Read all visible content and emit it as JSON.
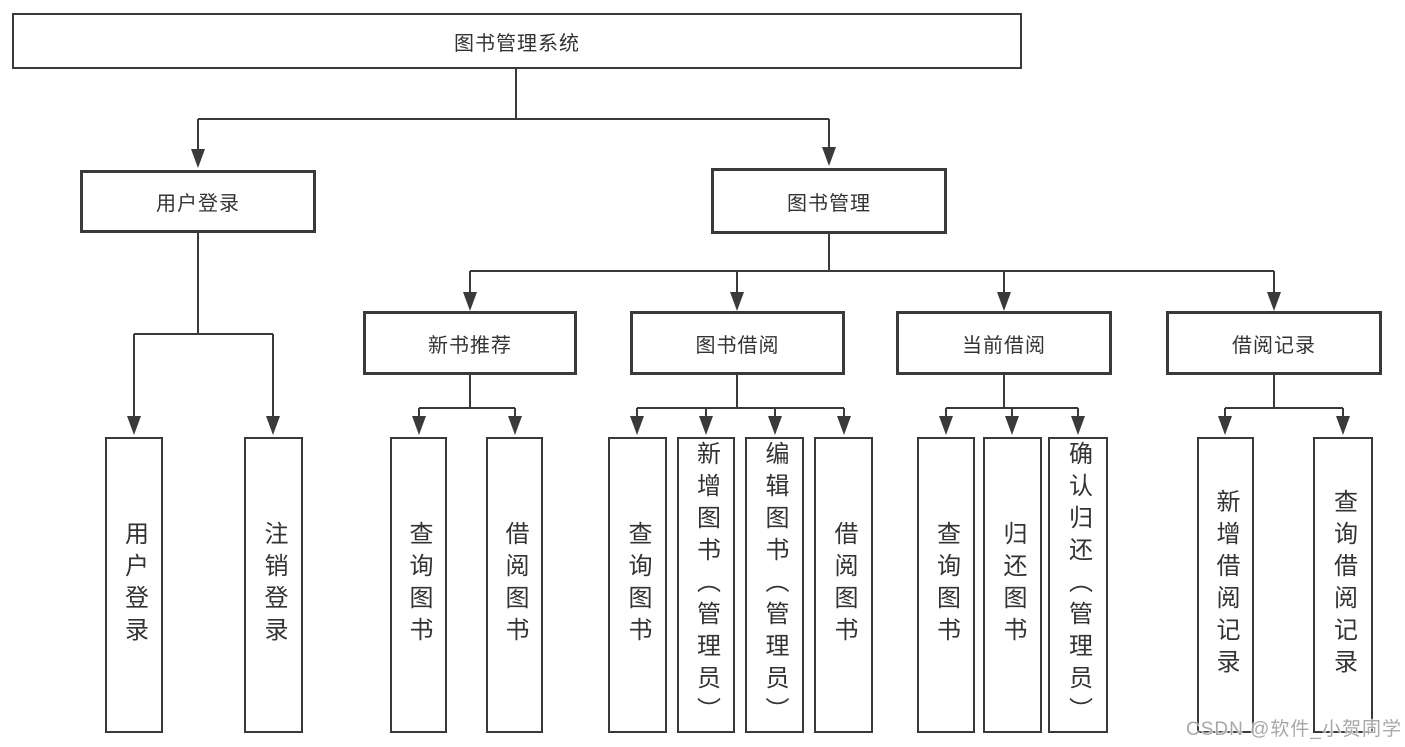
{
  "tree": {
    "root": {
      "label": "图书管理系统",
      "children": [
        {
          "label": "用户登录",
          "children": [
            {
              "label": "用户登录"
            },
            {
              "label": "注销登录"
            }
          ]
        },
        {
          "label": "图书管理",
          "children": [
            {
              "label": "新书推荐",
              "children": [
                {
                  "label": "查询图书"
                },
                {
                  "label": "借阅图书"
                }
              ]
            },
            {
              "label": "图书借阅",
              "children": [
                {
                  "label": "查询图书"
                },
                {
                  "label": "新增图书（管理员）"
                },
                {
                  "label": "编辑图书（管理员）"
                },
                {
                  "label": "借阅图书"
                }
              ]
            },
            {
              "label": "当前借阅",
              "children": [
                {
                  "label": "查询图书"
                },
                {
                  "label": "归还图书"
                },
                {
                  "label": "确认归还（管理员）"
                }
              ]
            },
            {
              "label": "借阅记录",
              "children": [
                {
                  "label": "新增借阅记录"
                },
                {
                  "label": "查询借阅记录"
                }
              ]
            }
          ]
        }
      ]
    }
  },
  "watermark": "CSDN @软件_小贺同学",
  "colors": {
    "line": "#3a3a3a",
    "text": "#333333",
    "watermark": "#a8a8a8",
    "background": "#ffffff"
  }
}
